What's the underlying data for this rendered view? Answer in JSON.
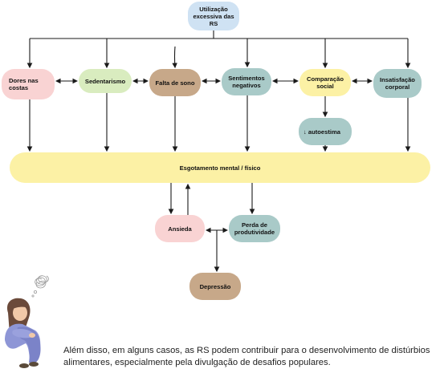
{
  "nodes": {
    "top": "Utilização excessiva das RS",
    "dores": "Dores nas costas",
    "sedentarismo": "Sedentarismo",
    "sono": "Falta de sono",
    "sentimentos": "Sentimentos negativos",
    "comparacao": "Comparação social",
    "insatisfacao": "Insatisfação corporal",
    "autoestima": "↓ autoestima",
    "esgotamento": "Esgotamento mental / físico",
    "ansiedade": "Ansieda",
    "perda": "Perda de produtividade",
    "depressao": "Depressão"
  },
  "colors": {
    "blue": "#cfe2f3",
    "pink": "#f9d3d3",
    "green": "#d9ecbf",
    "brown": "#c7a889",
    "yellow": "#fcf1a5",
    "teal": "#a9cac8",
    "arrow": "#1a1a1a"
  },
  "illustration": {
    "figure_icon": "sitting-sad-person-icon",
    "thought_icon": "tangled-thought-icon"
  },
  "caption": "Além disso, em alguns casos, as RS podem contribuir para o desenvolvimento de distúrbios alimentares, especialmente pela divulgação de desafios populares."
}
